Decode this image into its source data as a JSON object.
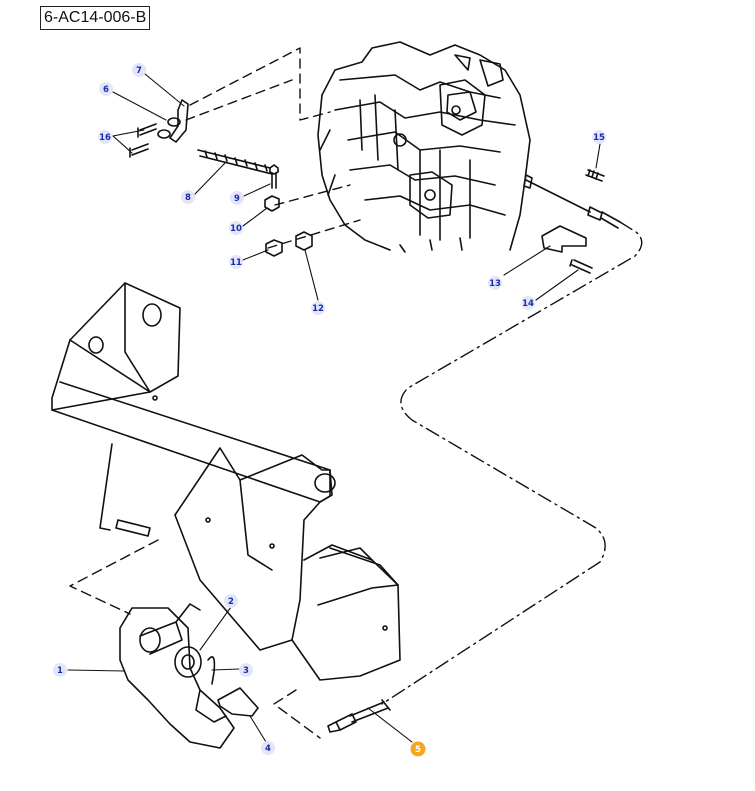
{
  "reference": "6-AC14-006-B",
  "colors": {
    "line": "#111111",
    "callout_bg": "#e2e6f7",
    "callout_text": "#1a2ab8",
    "highlight": "#f4a623"
  },
  "callouts": [
    {
      "number": "1",
      "highlighted": false
    },
    {
      "number": "2",
      "highlighted": false
    },
    {
      "number": "3",
      "highlighted": false
    },
    {
      "number": "4",
      "highlighted": false
    },
    {
      "number": "5",
      "highlighted": true
    },
    {
      "number": "6",
      "highlighted": false
    },
    {
      "number": "7",
      "highlighted": false
    },
    {
      "number": "8",
      "highlighted": false
    },
    {
      "number": "9",
      "highlighted": false
    },
    {
      "number": "10",
      "highlighted": false
    },
    {
      "number": "11",
      "highlighted": false
    },
    {
      "number": "12",
      "highlighted": false
    },
    {
      "number": "13",
      "highlighted": false
    },
    {
      "number": "14",
      "highlighted": false
    },
    {
      "number": "15",
      "highlighted": false
    },
    {
      "number": "16",
      "highlighted": false
    }
  ]
}
